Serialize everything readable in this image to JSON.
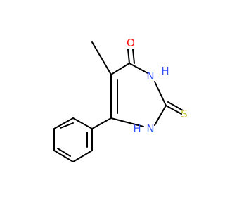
{
  "molecule": {
    "atoms": {
      "oxygen": {
        "label": "O",
        "color": "#ff0d0d"
      },
      "n3": {
        "label": "N",
        "h": "H",
        "color": "#3050f8"
      },
      "n1": {
        "label": "N",
        "h": "H",
        "color": "#3050f8"
      },
      "sulfur": {
        "label": "S",
        "color": "#c6c62c"
      }
    },
    "bond_color": "#000000"
  }
}
